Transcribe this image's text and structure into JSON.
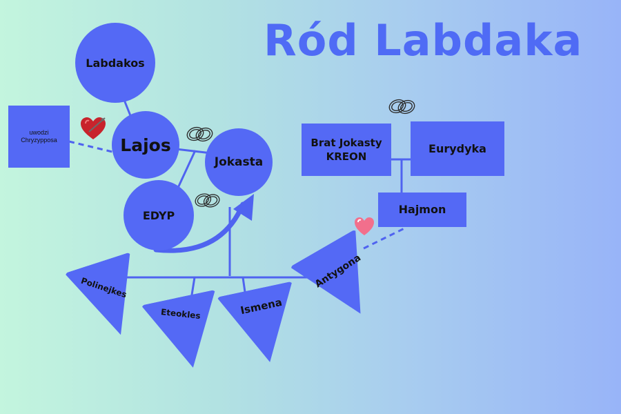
{
  "title": "Ród Labdaka",
  "people": {
    "labdakos": "Labdakos",
    "lajos": "Lajos",
    "jokasta": "Jokasta",
    "edyp": "EDYP",
    "chryzypp_note": "uwodzi Chryzypposa",
    "kreon_line1": "Brat Jokasty",
    "kreon_line2": "KREON",
    "eurydyka": "Eurydyka",
    "hajmon": "Hajmon"
  },
  "children": {
    "polinejkes": "Polinejkes",
    "eteokles": "Eteokles",
    "ismena": "Ismena",
    "antygona": "Antygona"
  },
  "icons": {
    "marriage": "wedding-rings-icon",
    "love": "heart-icon",
    "pierced_heart": "heart-arrow-icon"
  },
  "colors": {
    "node": "#5469f5",
    "line": "#4f63f0",
    "title": "#4f6bf5",
    "heart_pink": "#f26f8c",
    "heart_red": "#c8232c"
  }
}
